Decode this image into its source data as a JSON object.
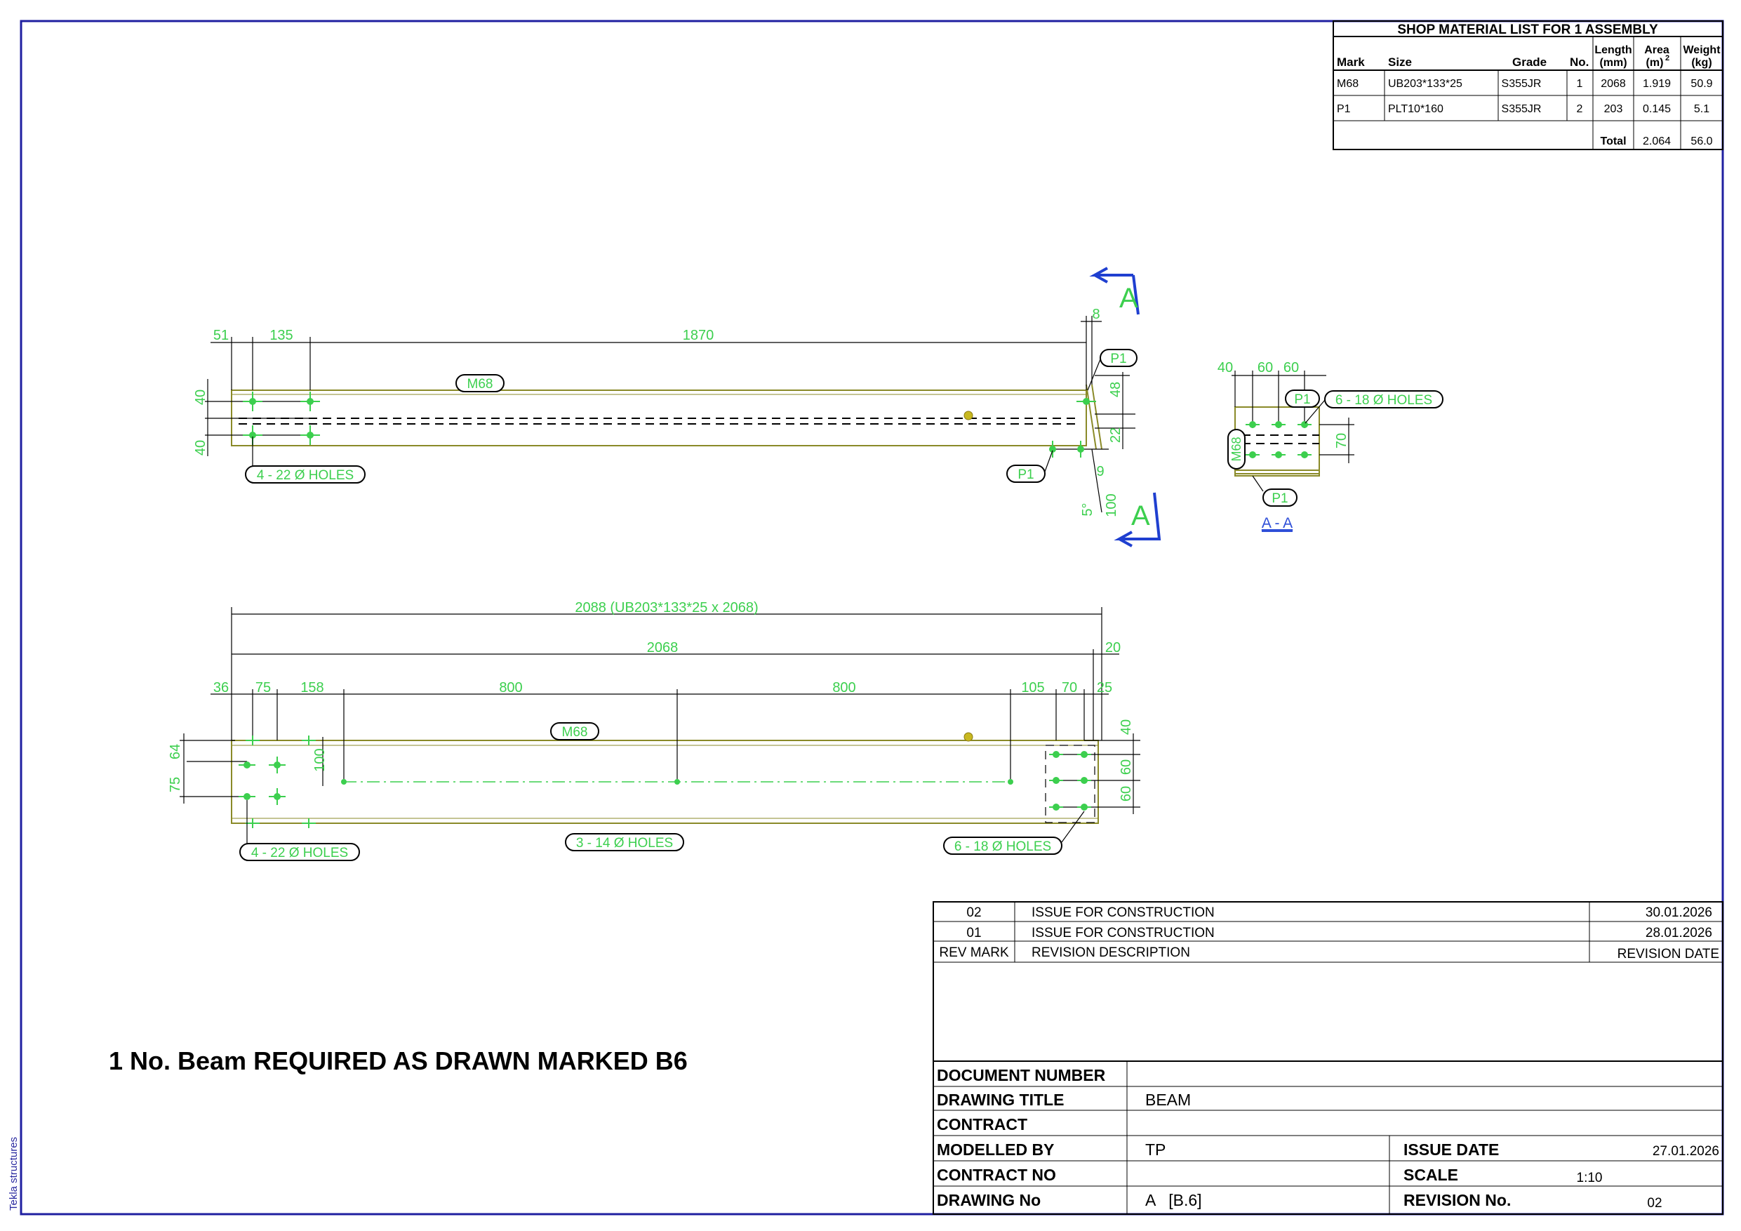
{
  "material_list": {
    "title": "SHOP MATERIAL LIST FOR 1 ASSEMBLY",
    "headers": [
      "Mark",
      "Size",
      "Grade",
      "No.",
      "Length",
      "(mm)",
      "Area",
      "(m)",
      "Weight",
      "(kg)"
    ],
    "area_sup": "2",
    "rows": [
      [
        "M68",
        "UB203*133*25",
        "S355JR",
        "1",
        "2068",
        "1.919",
        "50.9"
      ],
      [
        "P1",
        "PLT10*160",
        "S355JR",
        "2",
        "203",
        "0.145",
        "5.1"
      ]
    ],
    "total_label": "Total",
    "total_area": "2.064",
    "total_weight": "56.0"
  },
  "view1": {
    "dims_top": [
      "51",
      "135",
      "1870",
      "8"
    ],
    "dims_left": [
      "40",
      "40"
    ],
    "dims_right": [
      "48",
      "22"
    ],
    "dims_bottom": [
      "9",
      "100",
      "5°"
    ],
    "marks": {
      "beam": "M68",
      "plate_top": "P1",
      "plate_bottom": "P1"
    },
    "holes_note": "4 - 22 Ø HOLES",
    "section_letter": "A"
  },
  "section": {
    "dims_top": [
      "40",
      "60",
      "60"
    ],
    "dim_right": "70",
    "marks": {
      "plate_top": "P1",
      "plate_bottom": "P1",
      "beam": "M68"
    },
    "holes_note": "6 - 18 Ø HOLES",
    "label": "A - A"
  },
  "view2": {
    "overall": "2088 (UB203*133*25 x 2068)",
    "length": "2068",
    "end": "20",
    "dims_top": [
      "36",
      "75",
      "158",
      "800",
      "800",
      "105",
      "70",
      "25"
    ],
    "dims_left": [
      "75",
      "64",
      "100"
    ],
    "dims_right": [
      "40",
      "60",
      "60"
    ],
    "mark": "M68",
    "holes": [
      "4 - 22 Ø HOLES",
      "3 - 14 Ø HOLES",
      "6 - 18 Ø HOLES"
    ]
  },
  "note": "1 No. Beam REQUIRED AS DRAWN MARKED B6",
  "revisions": {
    "rows": [
      [
        "02",
        "ISSUE FOR CONSTRUCTION",
        "30.01.2026"
      ],
      [
        "01",
        "ISSUE FOR CONSTRUCTION",
        "28.01.2026"
      ]
    ],
    "headers": [
      "REV MARK",
      "REVISION DESCRIPTION",
      "REVISION DATE"
    ]
  },
  "title_block": {
    "document_number_label": "DOCUMENT NUMBER",
    "document_number": "",
    "drawing_title_label": "DRAWING TITLE",
    "drawing_title": "BEAM",
    "contract_label": "CONTRACT",
    "contract": "",
    "modelled_by_label": "MODELLED BY",
    "modelled_by": "TP",
    "issue_date_label": "ISSUE DATE",
    "issue_date": "27.01.2026",
    "contract_no_label": "CONTRACT NO",
    "contract_no": "",
    "scale_label": "SCALE",
    "scale": "1:10",
    "drawing_no_label": "DRAWING No",
    "drawing_no": "A   [B.6]",
    "revision_no_label": "REVISION No.",
    "revision_no": "02"
  },
  "software_label": "Tekla structures"
}
